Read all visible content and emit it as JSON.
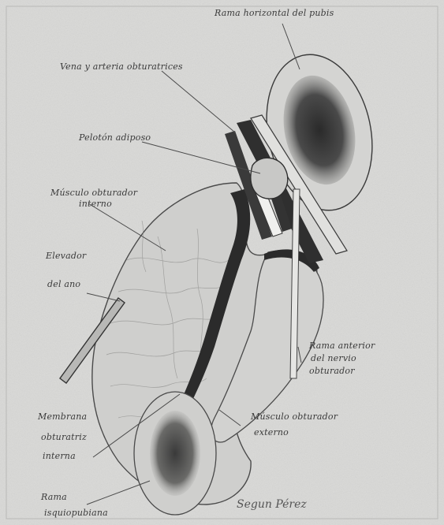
{
  "labels": {
    "rama_horizontal": "Rama horizontal del pubis",
    "vena_arteria": "Vena y arteria obturatrices",
    "peloton": "Pelotón adiposo",
    "musculo_obt_interno_1": "Músculo obturador",
    "musculo_obt_interno_2": "interno",
    "elevador_1": "Elevador",
    "elevador_2": "del ano",
    "rama_anterior_1": "Rama anterior",
    "rama_anterior_2": "del nervio",
    "rama_anterior_3": "obturador",
    "membrana_1": "Membrana",
    "membrana_2": "obturatriz",
    "membrana_3": "interna",
    "musculo_obt_externo_1": "Músculo obturador",
    "musculo_obt_externo_2": "externo",
    "rama_isquio_1": "Rama",
    "rama_isquio_2": "isquiopubiana"
  },
  "signature": "Segun Pérez"
}
